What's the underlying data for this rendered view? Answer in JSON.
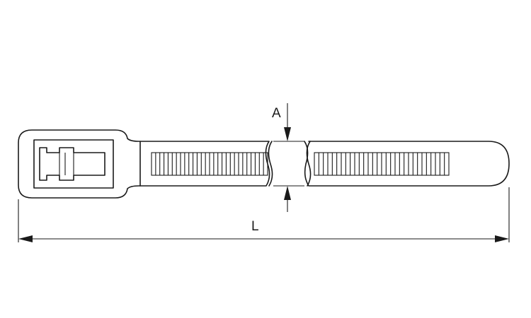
{
  "diagram": {
    "labels": {
      "thickness": "A",
      "length": "L"
    },
    "colors": {
      "line": "#1a1a1a",
      "background": "#ffffff"
    },
    "teeth": {
      "left_count": 28,
      "right_count": 30
    }
  }
}
